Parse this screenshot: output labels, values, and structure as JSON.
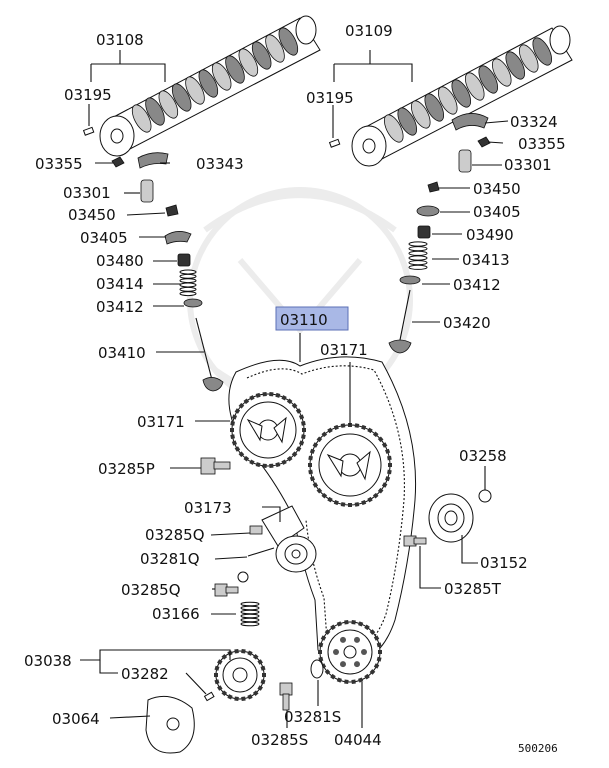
{
  "diagram": {
    "figure_number": "500206",
    "highlighted_part": "03110",
    "callouts": [
      {
        "id": "camshaft-left",
        "text": "03108"
      },
      {
        "id": "camshaft-right",
        "text": "03109"
      },
      {
        "id": "pin-left",
        "text": "03195"
      },
      {
        "id": "pin-right",
        "text": "03195"
      },
      {
        "id": "clip-left",
        "text": "03355"
      },
      {
        "id": "rocker-left",
        "text": "03343"
      },
      {
        "id": "rocker-right",
        "text": "03324"
      },
      {
        "id": "clip-right",
        "text": "03355"
      },
      {
        "id": "adjuster-left",
        "text": "03301"
      },
      {
        "id": "adjuster-right",
        "text": "03301"
      },
      {
        "id": "keeper-left",
        "text": "03450"
      },
      {
        "id": "keeper-right",
        "text": "03450"
      },
      {
        "id": "retainer-left",
        "text": "03405"
      },
      {
        "id": "retainer-right",
        "text": "03405"
      },
      {
        "id": "seal-left",
        "text": "03480"
      },
      {
        "id": "seal-right",
        "text": "03490"
      },
      {
        "id": "spring-left",
        "text": "03414"
      },
      {
        "id": "spring-right",
        "text": "03413"
      },
      {
        "id": "seat-left",
        "text": "03412"
      },
      {
        "id": "seat-right",
        "text": "03412"
      },
      {
        "id": "valve-left",
        "text": "03410"
      },
      {
        "id": "valve-right",
        "text": "03420"
      },
      {
        "id": "belt",
        "text": "03110"
      },
      {
        "id": "sprocket-right",
        "text": "03171"
      },
      {
        "id": "sprocket-left",
        "text": "03171"
      },
      {
        "id": "bolt-sprocket",
        "text": "03285P"
      },
      {
        "id": "washer-idler",
        "text": "03258"
      },
      {
        "id": "tensioner-bracket",
        "text": "03173"
      },
      {
        "id": "bolt-bracket",
        "text": "03285Q"
      },
      {
        "id": "tensioner-pulley",
        "text": "03152"
      },
      {
        "id": "shaft-tensioner",
        "text": "03281Q"
      },
      {
        "id": "bolt-tensioner",
        "text": "03285Q"
      },
      {
        "id": "bolt-idler",
        "text": "03285T"
      },
      {
        "id": "tensioner-spring",
        "text": "03166"
      },
      {
        "id": "crank-sprocket",
        "text": "03038"
      },
      {
        "id": "key-crank",
        "text": "03282"
      },
      {
        "id": "crank-plate",
        "text": "03064"
      },
      {
        "id": "washer-lower",
        "text": "03281S"
      },
      {
        "id": "bolt-lower",
        "text": "03285S"
      },
      {
        "id": "idler-lower",
        "text": "04044"
      }
    ]
  }
}
